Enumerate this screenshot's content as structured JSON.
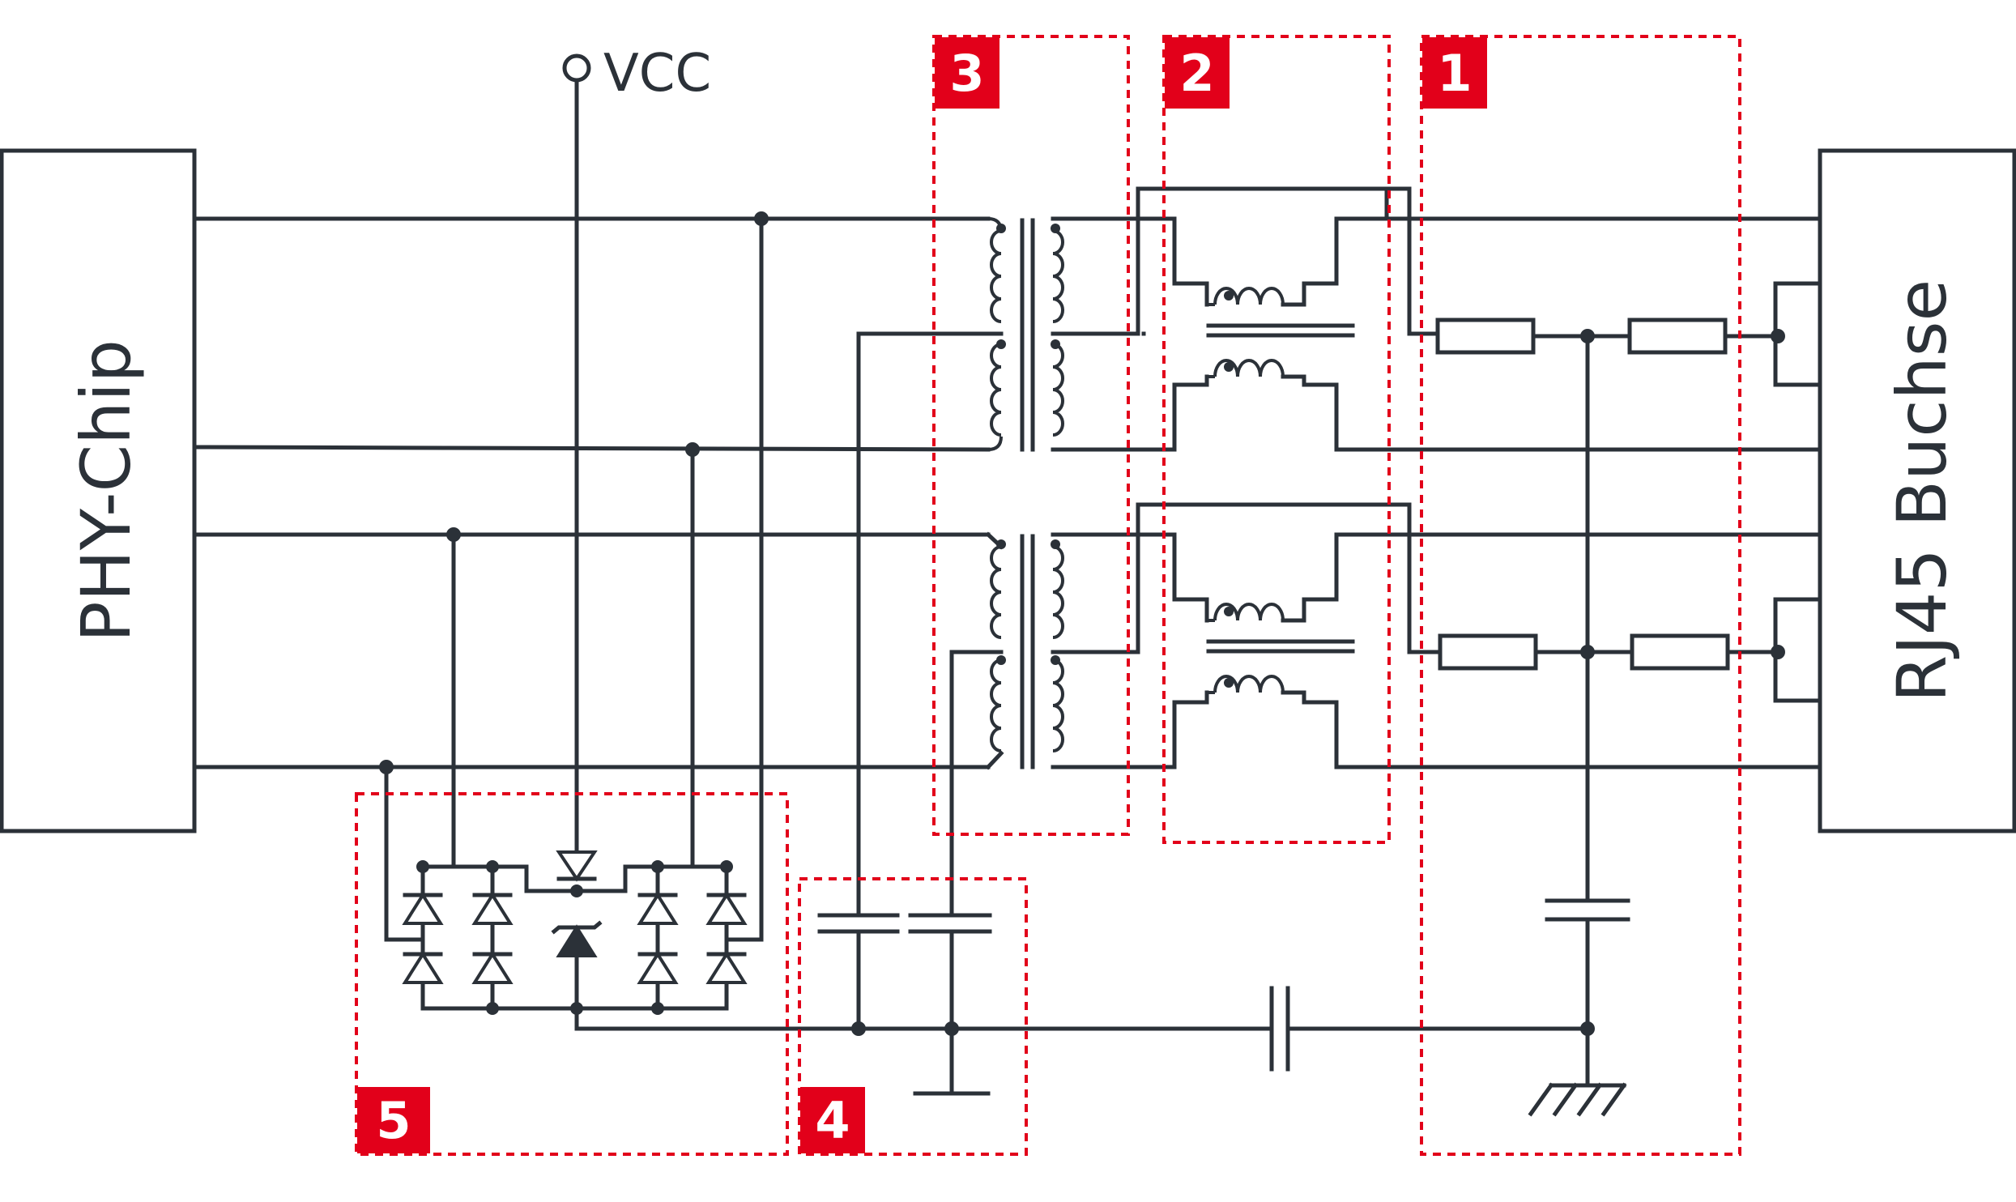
{
  "labels": {
    "phy_chip": "PHY-Chip",
    "rj45": "RJ45 Buchse",
    "vcc": "VCC"
  },
  "zones": [
    {
      "id": "1",
      "label": "1"
    },
    {
      "id": "2",
      "label": "2"
    },
    {
      "id": "3",
      "label": "3"
    },
    {
      "id": "4",
      "label": "4"
    },
    {
      "id": "5",
      "label": "5"
    }
  ],
  "colors": {
    "wire": "#2b3138",
    "accent": "#e2001a",
    "background": "#ffffff"
  }
}
